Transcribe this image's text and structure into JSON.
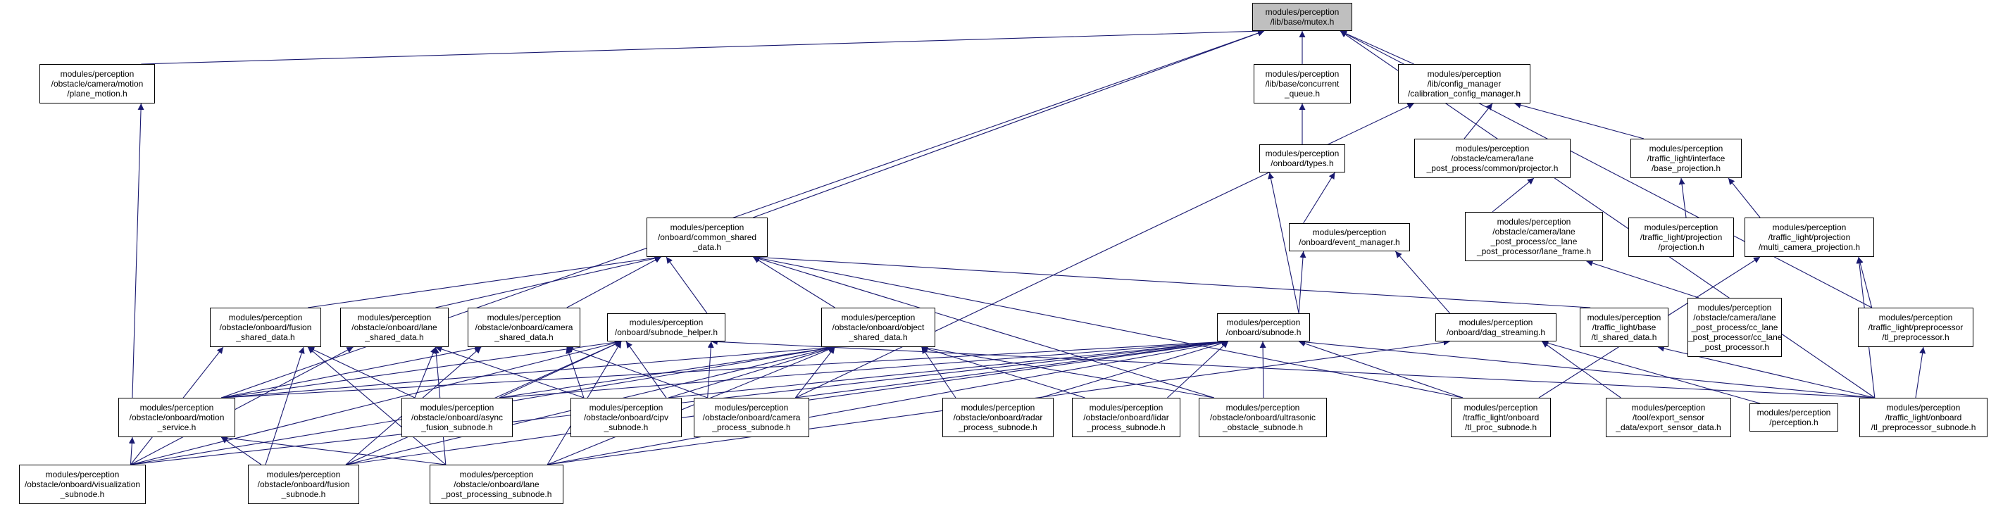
{
  "diagram": {
    "title": "",
    "colors": {
      "edge": "#191970",
      "node_border": "#000000",
      "root_fill": "#bfbfbf",
      "node_fill": "#ffffff"
    },
    "nodes": [
      {
        "id": "mutex",
        "lines": [
          "modules/perception",
          "/lib/base/mutex.h"
        ],
        "root": true
      },
      {
        "id": "plane_motion",
        "lines": [
          "modules/perception",
          "/obstacle/camera/motion",
          "/plane_motion.h"
        ]
      },
      {
        "id": "concurrent_queue",
        "lines": [
          "modules/perception",
          "/lib/base/concurrent",
          "_queue.h"
        ]
      },
      {
        "id": "calib_cfg",
        "lines": [
          "modules/perception",
          "/lib/config_manager",
          "/calibration_config_manager.h"
        ]
      },
      {
        "id": "types",
        "lines": [
          "modules/perception",
          "/onboard/types.h"
        ]
      },
      {
        "id": "projector",
        "lines": [
          "modules/perception",
          "/obstacle/camera/lane",
          "_post_process/common/projector.h"
        ]
      },
      {
        "id": "base_projection",
        "lines": [
          "modules/perception",
          "/traffic_light/interface",
          "/base_projection.h"
        ]
      },
      {
        "id": "common_shared",
        "lines": [
          "modules/perception",
          "/onboard/common_shared",
          "_data.h"
        ]
      },
      {
        "id": "event_manager",
        "lines": [
          "modules/perception",
          "/onboard/event_manager.h"
        ]
      },
      {
        "id": "lane_frame",
        "lines": [
          "modules/perception",
          "/obstacle/camera/lane",
          "_post_process/cc_lane",
          "_post_processor/lane_frame.h"
        ]
      },
      {
        "id": "projection",
        "lines": [
          "modules/perception",
          "/traffic_light/projection",
          "/projection.h"
        ]
      },
      {
        "id": "multi_cam",
        "lines": [
          "modules/perception",
          "/traffic_light/projection",
          "/multi_camera_projection.h"
        ]
      },
      {
        "id": "fusion_shared",
        "lines": [
          "modules/perception",
          "/obstacle/onboard/fusion",
          "_shared_data.h"
        ]
      },
      {
        "id": "lane_shared",
        "lines": [
          "modules/perception",
          "/obstacle/onboard/lane",
          "_shared_data.h"
        ]
      },
      {
        "id": "camera_shared",
        "lines": [
          "modules/perception",
          "/obstacle/onboard/camera",
          "_shared_data.h"
        ]
      },
      {
        "id": "subnode_helper",
        "lines": [
          "modules/perception",
          "/onboard/subnode_helper.h"
        ]
      },
      {
        "id": "object_shared",
        "lines": [
          "modules/perception",
          "/obstacle/onboard/object",
          "_shared_data.h"
        ]
      },
      {
        "id": "subnode",
        "lines": [
          "modules/perception",
          "/onboard/subnode.h"
        ]
      },
      {
        "id": "dag_streaming",
        "lines": [
          "modules/perception",
          "/onboard/dag_streaming.h"
        ]
      },
      {
        "id": "tl_shared",
        "lines": [
          "modules/perception",
          "/traffic_light/base",
          "/tl_shared_data.h"
        ]
      },
      {
        "id": "cc_lane_pp",
        "lines": [
          "modules/perception",
          "/obstacle/camera/lane",
          "_post_process/cc_lane",
          "_post_processor/cc_lane",
          "_post_processor.h"
        ]
      },
      {
        "id": "tl_preproc",
        "lines": [
          "modules/perception",
          "/traffic_light/preprocessor",
          "/tl_preprocessor.h"
        ]
      },
      {
        "id": "motion_service",
        "lines": [
          "modules/perception",
          "/obstacle/onboard/motion",
          "_service.h"
        ]
      },
      {
        "id": "async_fusion",
        "lines": [
          "modules/perception",
          "/obstacle/onboard/async",
          "_fusion_subnode.h"
        ]
      },
      {
        "id": "cipv",
        "lines": [
          "modules/perception",
          "/obstacle/onboard/cipv",
          "_subnode.h"
        ]
      },
      {
        "id": "camera_process",
        "lines": [
          "modules/perception",
          "/obstacle/onboard/camera",
          "_process_subnode.h"
        ]
      },
      {
        "id": "radar_process",
        "lines": [
          "modules/perception",
          "/obstacle/onboard/radar",
          "_process_subnode.h"
        ]
      },
      {
        "id": "lidar_process",
        "lines": [
          "modules/perception",
          "/obstacle/onboard/lidar",
          "_process_subnode.h"
        ]
      },
      {
        "id": "ultrasonic",
        "lines": [
          "modules/perception",
          "/obstacle/onboard/ultrasonic",
          "_obstacle_subnode.h"
        ]
      },
      {
        "id": "tl_proc",
        "lines": [
          "modules/perception",
          "/traffic_light/onboard",
          "/tl_proc_subnode.h"
        ]
      },
      {
        "id": "export_sensor",
        "lines": [
          "modules/perception",
          "/tool/export_sensor",
          "_data/export_sensor_data.h"
        ]
      },
      {
        "id": "perception_h",
        "lines": [
          "modules/perception",
          "/perception.h"
        ]
      },
      {
        "id": "tl_preproc_sub",
        "lines": [
          "modules/perception",
          "/traffic_light/onboard",
          "/tl_preprocessor_subnode.h"
        ]
      },
      {
        "id": "visualization",
        "lines": [
          "modules/perception",
          "/obstacle/onboard/visualization",
          "_subnode.h"
        ]
      },
      {
        "id": "fusion_subnode",
        "lines": [
          "modules/perception",
          "/obstacle/onboard/fusion",
          "_subnode.h"
        ]
      },
      {
        "id": "lane_pp_subnode",
        "lines": [
          "modules/perception",
          "/obstacle/onboard/lane",
          "_post_processing_subnode.h"
        ]
      }
    ],
    "edges": [
      [
        "plane_motion",
        "mutex"
      ],
      [
        "concurrent_queue",
        "mutex"
      ],
      [
        "calib_cfg",
        "mutex"
      ],
      [
        "common_shared",
        "mutex"
      ],
      [
        "motion_service",
        "mutex"
      ],
      [
        "tl_preproc",
        "mutex"
      ],
      [
        "tl_preproc_sub",
        "mutex"
      ],
      [
        "types",
        "concurrent_queue"
      ],
      [
        "projector",
        "calib_cfg"
      ],
      [
        "base_projection",
        "calib_cfg"
      ],
      [
        "camera_process",
        "calib_cfg"
      ],
      [
        "event_manager",
        "types"
      ],
      [
        "subnode",
        "types"
      ],
      [
        "lane_frame",
        "projector"
      ],
      [
        "projection",
        "base_projection"
      ],
      [
        "multi_cam",
        "base_projection"
      ],
      [
        "subnode",
        "event_manager"
      ],
      [
        "dag_streaming",
        "event_manager"
      ],
      [
        "cc_lane_pp",
        "lane_frame"
      ],
      [
        "tl_preproc",
        "multi_cam"
      ],
      [
        "tl_preproc_sub",
        "multi_cam"
      ],
      [
        "tl_proc",
        "multi_cam"
      ],
      [
        "fusion_shared",
        "common_shared"
      ],
      [
        "lane_shared",
        "common_shared"
      ],
      [
        "camera_shared",
        "common_shared"
      ],
      [
        "subnode_helper",
        "common_shared"
      ],
      [
        "object_shared",
        "common_shared"
      ],
      [
        "tl_shared",
        "common_shared"
      ],
      [
        "tl_proc",
        "common_shared"
      ],
      [
        "ultrasonic",
        "common_shared"
      ],
      [
        "motion_service",
        "plane_motion"
      ],
      [
        "tl_preproc_sub",
        "tl_preproc"
      ],
      [
        "tl_preproc_sub",
        "tl_shared"
      ],
      [
        "export_sensor",
        "dag_streaming"
      ],
      [
        "perception_h",
        "dag_streaming"
      ],
      [
        "lane_pp_subnode",
        "dag_streaming"
      ],
      [
        "visualization",
        "fusion_shared"
      ],
      [
        "fusion_subnode",
        "fusion_shared"
      ],
      [
        "async_fusion",
        "fusion_shared"
      ],
      [
        "lane_pp_subnode",
        "fusion_shared"
      ],
      [
        "visualization",
        "lane_shared"
      ],
      [
        "async_fusion",
        "lane_shared"
      ],
      [
        "lane_pp_subnode",
        "lane_shared"
      ],
      [
        "cipv",
        "lane_shared"
      ],
      [
        "motion_service",
        "camera_shared"
      ],
      [
        "fusion_subnode",
        "camera_shared"
      ],
      [
        "cipv",
        "camera_shared"
      ],
      [
        "camera_process",
        "camera_shared"
      ],
      [
        "motion_service",
        "subnode_helper"
      ],
      [
        "async_fusion",
        "subnode_helper"
      ],
      [
        "cipv",
        "subnode_helper"
      ],
      [
        "camera_process",
        "subnode_helper"
      ],
      [
        "visualization",
        "subnode_helper"
      ],
      [
        "fusion_subnode",
        "subnode_helper"
      ],
      [
        "lane_pp_subnode",
        "subnode_helper"
      ],
      [
        "tl_preproc_sub",
        "subnode_helper"
      ],
      [
        "motion_service",
        "object_shared"
      ],
      [
        "async_fusion",
        "object_shared"
      ],
      [
        "cipv",
        "object_shared"
      ],
      [
        "camera_process",
        "object_shared"
      ],
      [
        "radar_process",
        "object_shared"
      ],
      [
        "lidar_process",
        "object_shared"
      ],
      [
        "ultrasonic",
        "object_shared"
      ],
      [
        "visualization",
        "object_shared"
      ],
      [
        "fusion_subnode",
        "object_shared"
      ],
      [
        "lane_pp_subnode",
        "object_shared"
      ],
      [
        "motion_service",
        "subnode"
      ],
      [
        "async_fusion",
        "subnode"
      ],
      [
        "cipv",
        "subnode"
      ],
      [
        "camera_process",
        "subnode"
      ],
      [
        "radar_process",
        "subnode"
      ],
      [
        "lidar_process",
        "subnode"
      ],
      [
        "ultrasonic",
        "subnode"
      ],
      [
        "tl_proc",
        "subnode"
      ],
      [
        "tl_preproc_sub",
        "subnode"
      ],
      [
        "visualization",
        "subnode"
      ],
      [
        "fusion_subnode",
        "subnode"
      ],
      [
        "lane_pp_subnode",
        "subnode"
      ],
      [
        "visualization",
        "motion_service"
      ],
      [
        "fusion_subnode",
        "motion_service"
      ],
      [
        "lane_pp_subnode",
        "motion_service"
      ]
    ]
  }
}
